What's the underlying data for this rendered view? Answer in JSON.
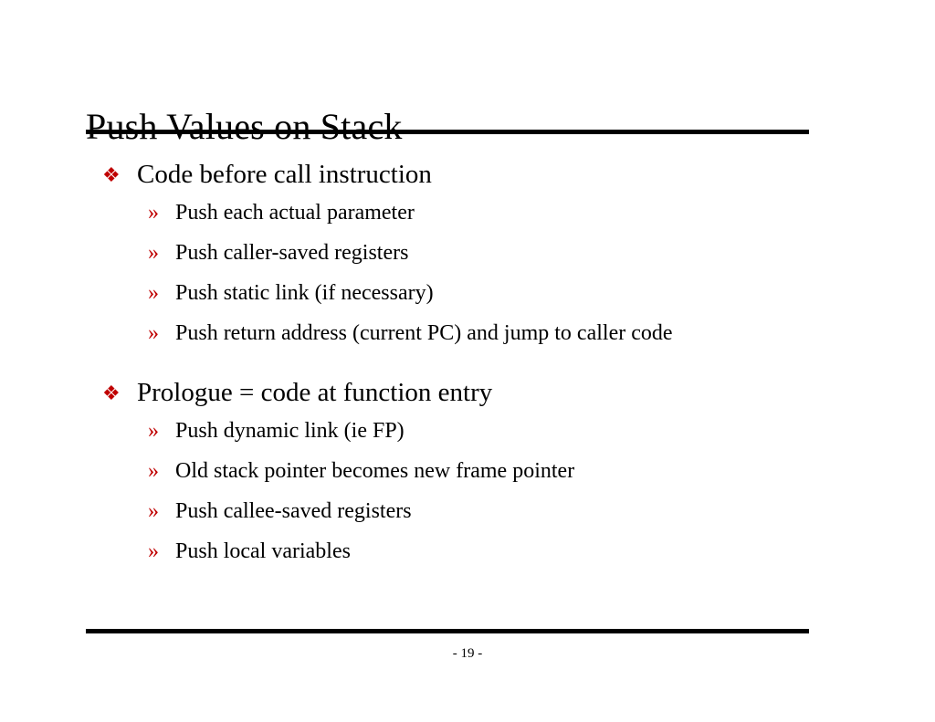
{
  "slide": {
    "title": "Push Values on Stack",
    "page_number": "- 19 -",
    "accent_color": "#C00000",
    "text_color": "#000000",
    "background_color": "#FFFFFF",
    "rule_color": "#000000",
    "markers": {
      "level1": "❖",
      "level2": "»"
    },
    "sections": [
      {
        "heading": "Code before call instruction",
        "items": [
          "Push each actual parameter",
          "Push caller-saved registers",
          "Push static link (if necessary)",
          "Push return address (current PC) and jump to caller code"
        ]
      },
      {
        "heading": "Prologue = code at function entry",
        "items": [
          "Push dynamic link (ie FP)",
          "Old stack pointer becomes new frame pointer",
          "Push callee-saved registers",
          "Push local variables"
        ]
      }
    ]
  }
}
